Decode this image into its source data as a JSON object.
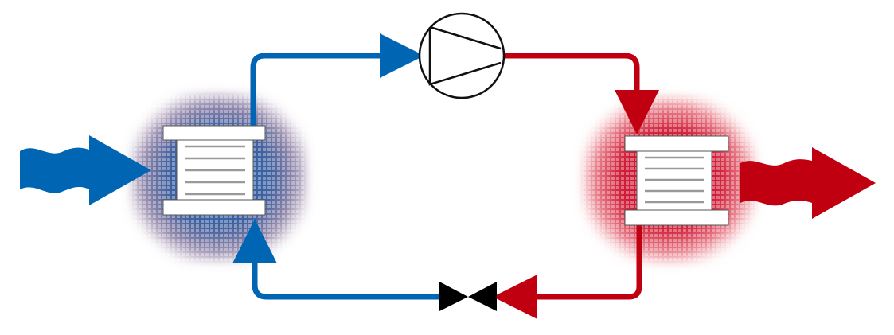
{
  "diagram": {
    "type": "heat-pump-cycle",
    "colors": {
      "cold": "#0066b3",
      "hot": "#c00010",
      "valve": "#000000",
      "plate": "#ffffff"
    },
    "components": [
      "evaporator",
      "compressor",
      "condenser",
      "expansion-valve"
    ]
  }
}
